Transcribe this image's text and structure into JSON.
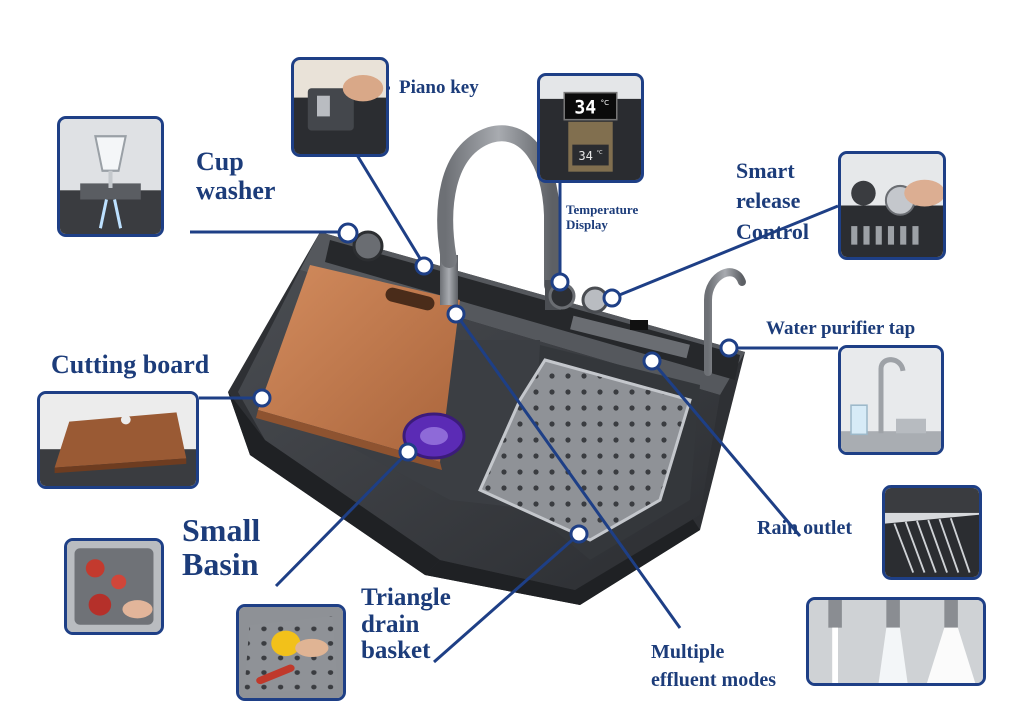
{
  "labels": {
    "piano_key": "Piano key",
    "cup_washer_1": "Cup",
    "cup_washer_2": "washer",
    "temp_display_1": "Temperature",
    "temp_display_2": "Display",
    "smart_release_1": "Smart",
    "smart_release_2": "release",
    "smart_release_3": "Control",
    "water_purifier": "Water purifier tap",
    "cutting_board": "Cutting board",
    "rain_outlet": "Rain outlet",
    "small_basin_1": "Small",
    "small_basin_2": "Basin",
    "triangle_1": "Triangle",
    "triangle_2": "drain",
    "triangle_3": "basket",
    "multiple_1": "Multiple",
    "multiple_2": "effluent modes"
  },
  "display": {
    "temp_big": "34",
    "temp_small": "34",
    "unit": "°C"
  },
  "colors": {
    "accent": "#1e3f86",
    "label": "#1c3c7a",
    "sink": "#3a3d42",
    "board": "#c27a4e"
  }
}
